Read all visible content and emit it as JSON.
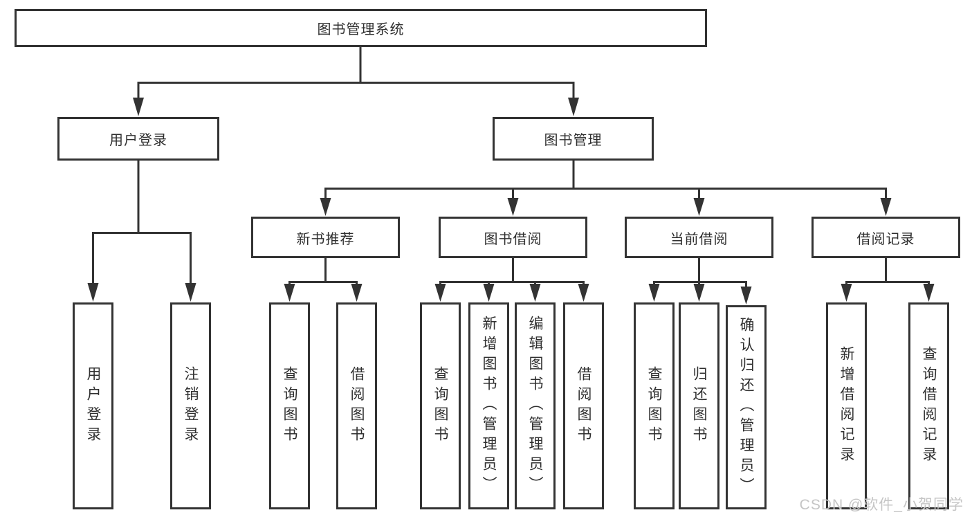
{
  "tree": {
    "root": "图书管理系统",
    "branches": [
      {
        "label": "用户登录",
        "children": [
          "用户登录",
          "注销登录"
        ]
      },
      {
        "label": "图书管理",
        "sections": [
          {
            "label": "新书推荐",
            "children": [
              "查询图书",
              "借阅图书"
            ]
          },
          {
            "label": "图书借阅",
            "children": [
              "查询图书",
              "新增图书（管理员）",
              "编辑图书（管理员）",
              "借阅图书"
            ]
          },
          {
            "label": "当前借阅",
            "children": [
              "查询图书",
              "归还图书",
              "确认归还（管理员）"
            ]
          },
          {
            "label": "借阅记录",
            "children": [
              "新增借阅记录",
              "查询借阅记录"
            ]
          }
        ]
      }
    ]
  },
  "watermark": "CSDN @软件_小贺同学",
  "colors": {
    "line": "#333333",
    "text": "#2f2f2f",
    "watermark": "#c5c5c5",
    "background": "#ffffff"
  }
}
